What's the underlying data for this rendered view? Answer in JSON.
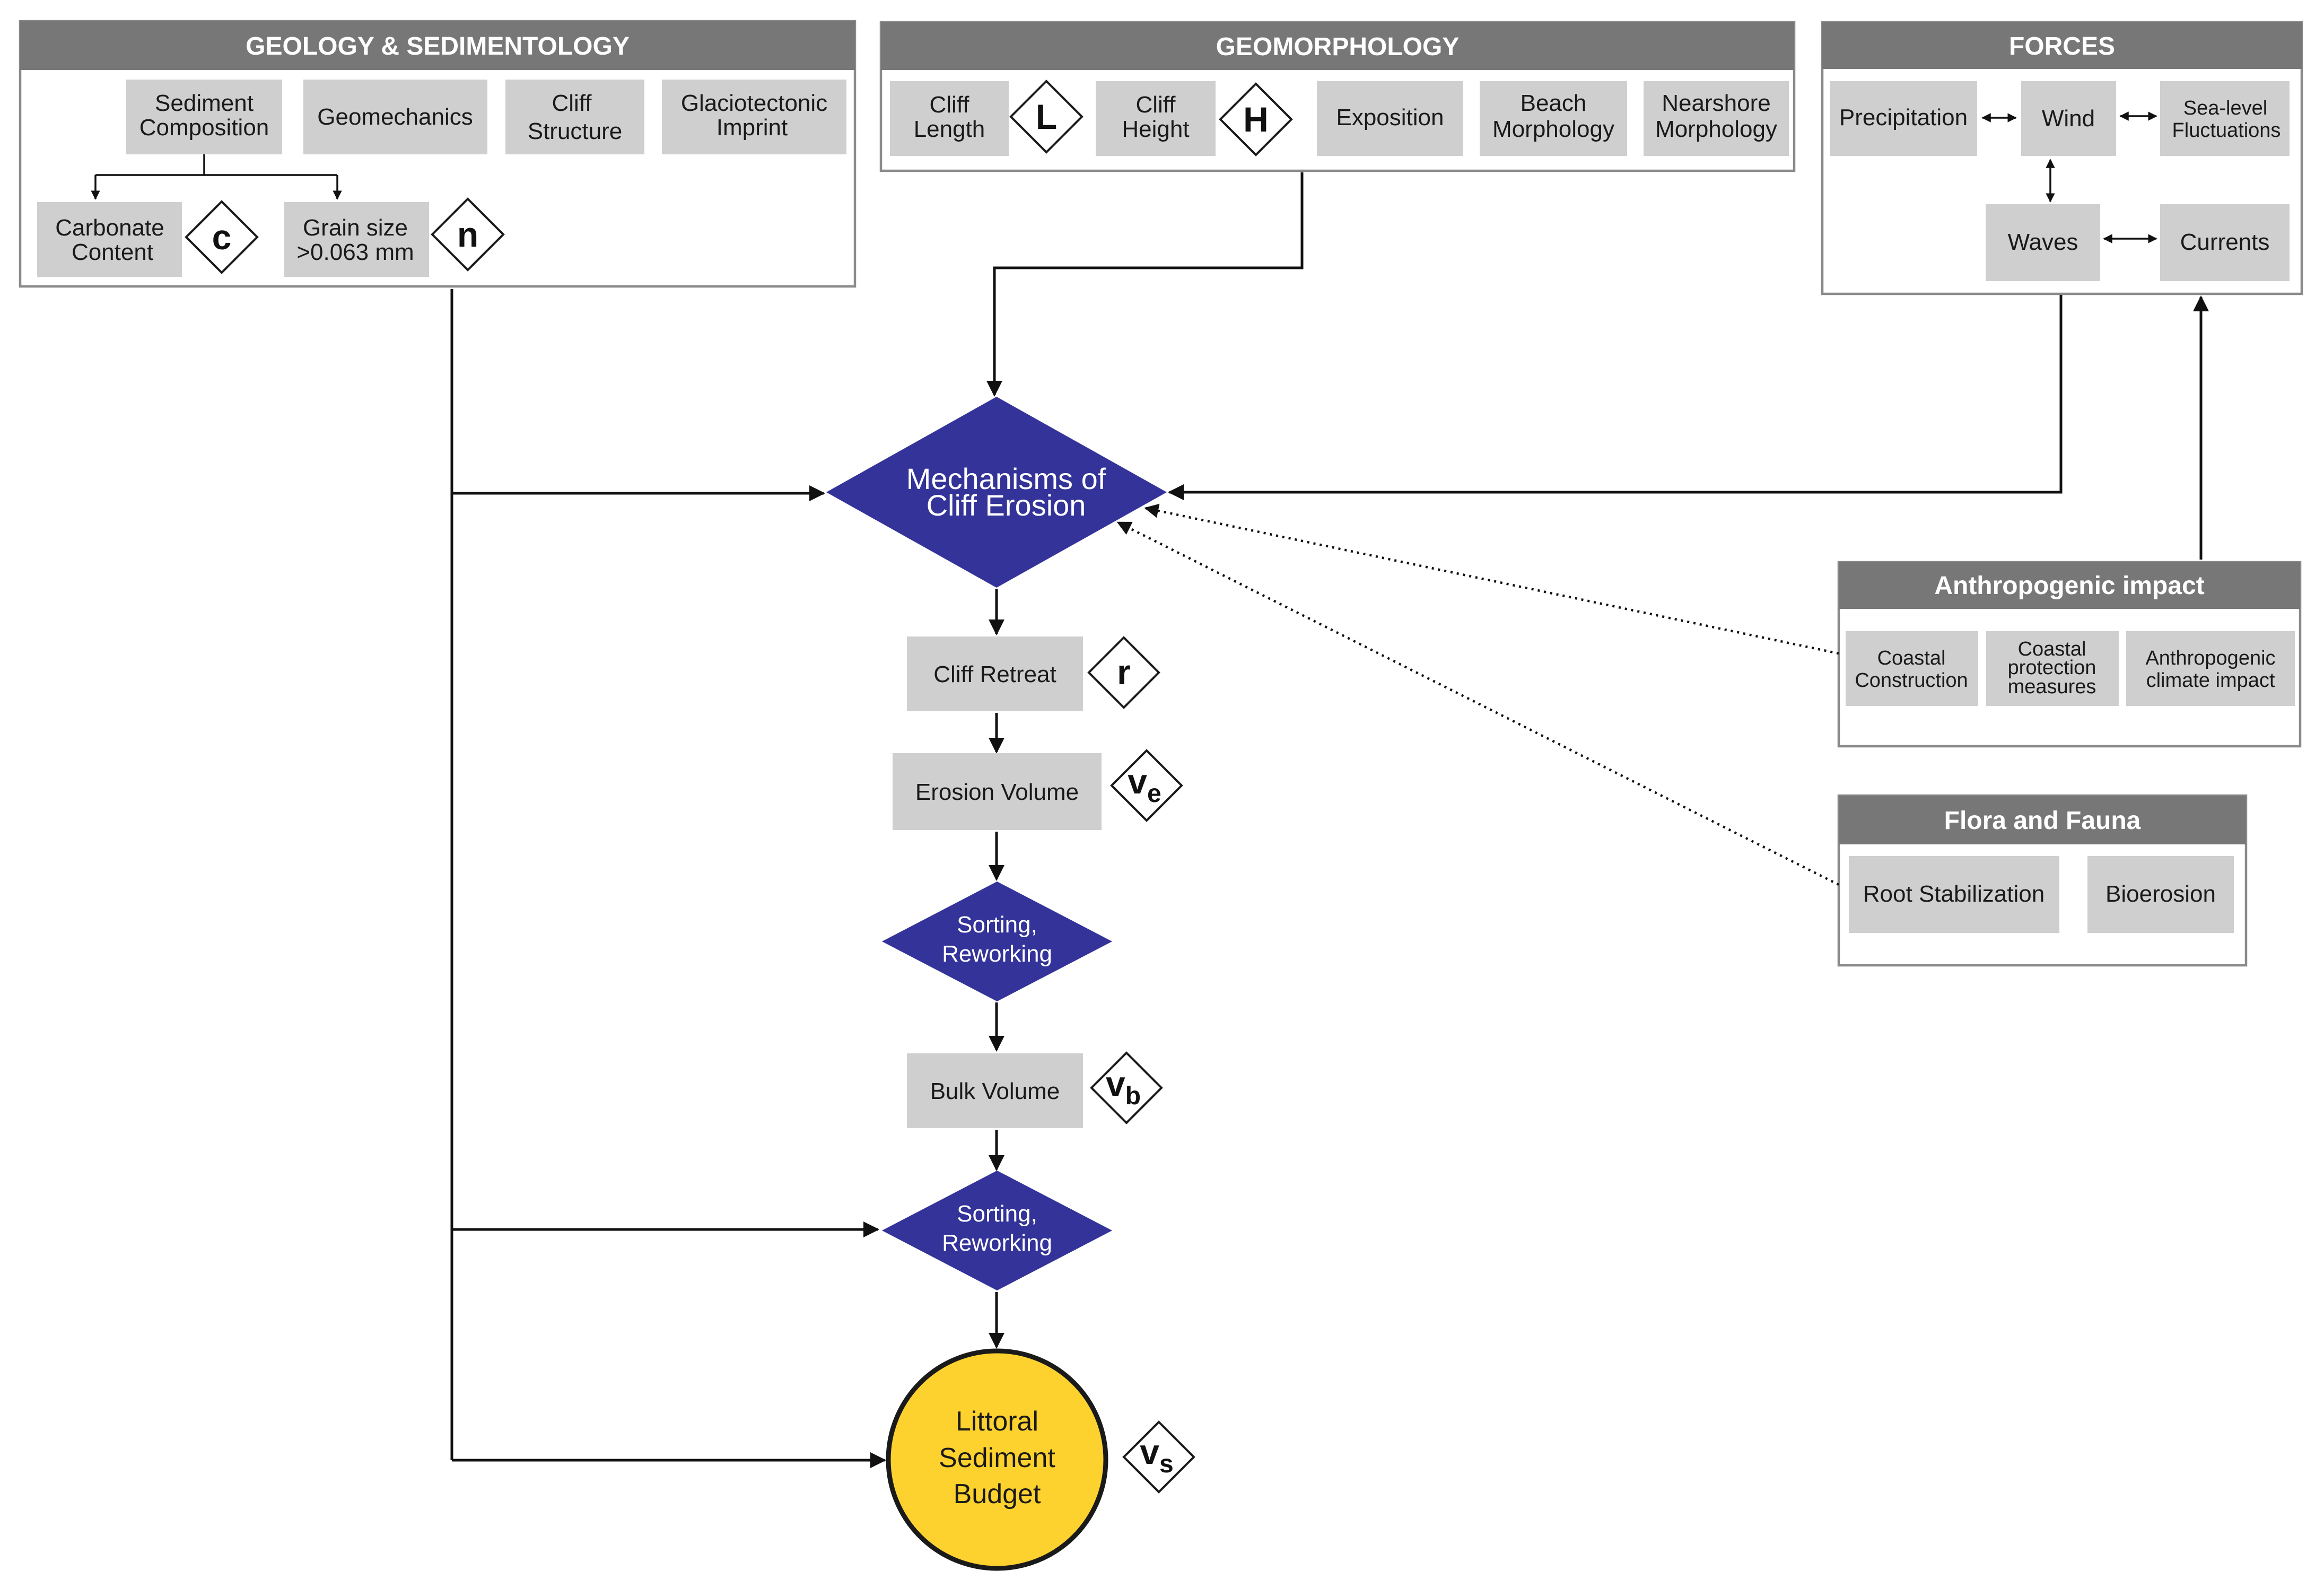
{
  "panels": {
    "geology": {
      "title": "GEOLOGY & SEDIMENTOLOGY",
      "sediment_composition": [
        "Sediment",
        "Composition"
      ],
      "geomechanics": "Geomechanics",
      "cliff_structure": [
        "Cliff",
        "Structure"
      ],
      "glaciotectonic_imprint": [
        "Glaciotectonic",
        "Imprint"
      ],
      "carbonate_content": [
        "Carbonate",
        "Content"
      ],
      "carbonate_symbol": "c",
      "grain_size": [
        "Grain size",
        ">0.063 mm"
      ],
      "grain_symbol": "n"
    },
    "geomorphology": {
      "title": "GEOMORPHOLOGY",
      "cliff_length": [
        "Cliff",
        "Length"
      ],
      "length_symbol": "L",
      "cliff_height": [
        "Cliff",
        "Height"
      ],
      "height_symbol": "H",
      "exposition": "Exposition",
      "beach_morphology": [
        "Beach",
        "Morphology"
      ],
      "nearshore_morphology": [
        "Nearshore",
        "Morphology"
      ]
    },
    "forces": {
      "title": "FORCES",
      "precipitation": "Precipitation",
      "wind": "Wind",
      "sea_level": [
        "Sea-level",
        "Fluctuations"
      ],
      "waves": "Waves",
      "currents": "Currents"
    },
    "anthropogenic": {
      "title": "Anthropogenic impact",
      "coastal_construction": [
        "Coastal",
        "Construction"
      ],
      "coastal_protection": [
        "Coastal",
        "protection",
        "measures"
      ],
      "climate_impact": [
        "Anthropogenic",
        "climate impact"
      ]
    },
    "flora_fauna": {
      "title": "Flora and Fauna",
      "root_stabilization": "Root Stabilization",
      "bioerosion": "Bioerosion"
    }
  },
  "flow": {
    "mechanisms": [
      "Mechanisms of",
      "Cliff Erosion"
    ],
    "cliff_retreat": "Cliff Retreat",
    "retreat_symbol": "r",
    "erosion_volume": "Erosion Volume",
    "erosion_symbol": {
      "base": "v",
      "sub": "e"
    },
    "sorting_1": [
      "Sorting,",
      "Reworking"
    ],
    "bulk_volume": "Bulk Volume",
    "bulk_symbol": {
      "base": "v",
      "sub": "b"
    },
    "sorting_2": [
      "Sorting,",
      "Reworking"
    ],
    "budget": [
      "Littoral",
      "Sediment",
      "Budget"
    ],
    "budget_symbol": {
      "base": "v",
      "sub": "s"
    }
  },
  "colors": {
    "panel_header": "#777777",
    "box_fill": "#cfcfcf",
    "process_diamond": "#333399",
    "budget_circle": "#fdd22e"
  }
}
